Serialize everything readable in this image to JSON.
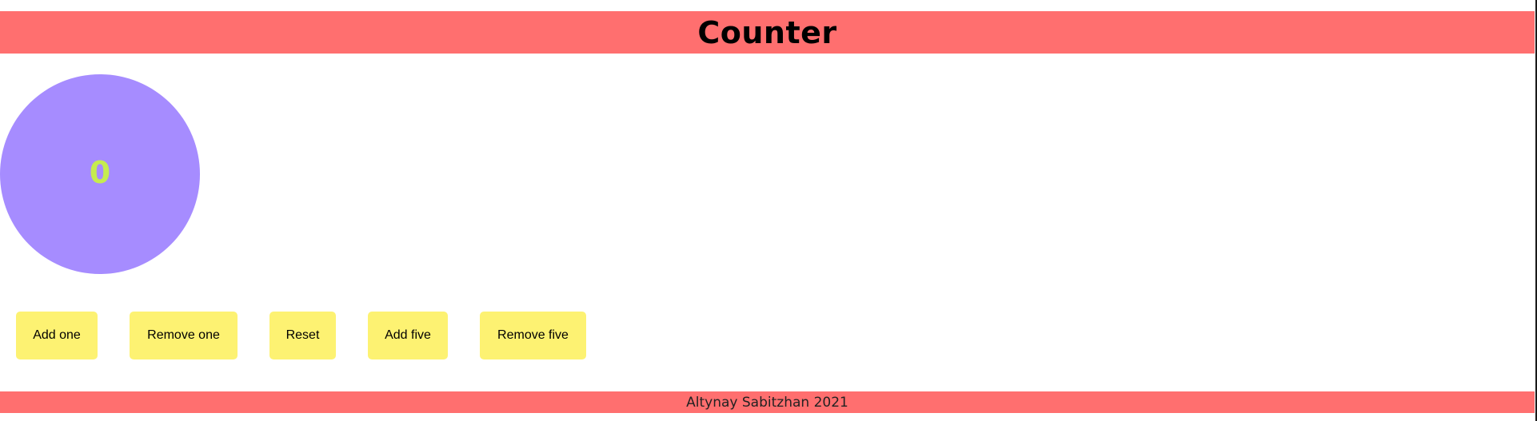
{
  "header": {
    "title": "Counter"
  },
  "counter": {
    "value": "0"
  },
  "buttons": {
    "add_one": "Add one",
    "remove_one": "Remove one",
    "reset": "Reset",
    "add_five": "Add five",
    "remove_five": "Remove five"
  },
  "footer": {
    "text": "Altynay Sabitzhan 2021"
  },
  "colors": {
    "header_bg": "#ff6f6f",
    "circle_bg": "#a68cff",
    "counter_text": "#c6ec4f",
    "button_bg": "#fdf272",
    "footer_bg": "#ff6f6f"
  }
}
